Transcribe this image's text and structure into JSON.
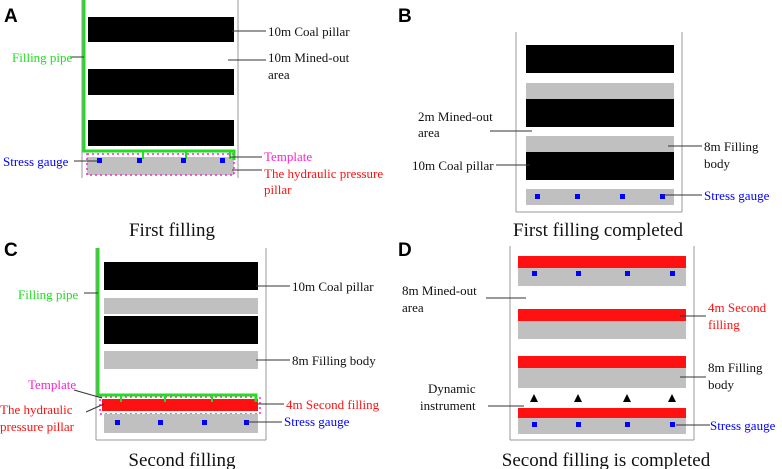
{
  "colors": {
    "coal": "#000000",
    "fill": "#c0c0c0",
    "pipe": "#22dd22",
    "hydraulic": "#ff1111",
    "template": "#ff22cc",
    "gauge": "#0000ff",
    "frame": "#999999",
    "leader": "#333333",
    "text": "#111111"
  },
  "panels": {
    "a": {
      "letter": "A",
      "caption": "First filling",
      "coal_pillar": "10m Coal pillar",
      "mined_out_1": "10m Mined-out",
      "mined_out_2": "area",
      "filling_pipe": "Filling pipe",
      "stress_gauge": "Stress gauge",
      "template": "Template",
      "hydraulic_1": "The hydraulic pressure",
      "hydraulic_2": "pillar"
    },
    "b": {
      "letter": "B",
      "caption": "First filling completed",
      "mined_out_1": "2m Mined-out",
      "mined_out_2": "area",
      "coal_pillar": "10m Coal pillar",
      "filling_body_1": "8m Filling",
      "filling_body_2": "body",
      "stress_gauge": "Stress gauge"
    },
    "c": {
      "letter": "C",
      "caption": "Second filling",
      "coal_pillar": "10m Coal pillar",
      "filling_pipe": "Filling pipe",
      "filling_body": "8m Filling body",
      "template": "Template",
      "hydraulic_1": "The hydraulic",
      "hydraulic_2": "pressure pillar",
      "second_filling": "4m Second filling",
      "stress_gauge": "Stress gauge"
    },
    "d": {
      "letter": "D",
      "caption": "Second filling is completed",
      "mined_out_1": "8m Mined-out",
      "mined_out_2": "area",
      "second_filling_1": "4m Second",
      "second_filling_2": "filling",
      "filling_body_1": "8m Filling",
      "filling_body_2": "body",
      "dynamic_1": "Dynamic",
      "dynamic_2": "instrument",
      "stress_gauge": "Stress gauge"
    }
  }
}
